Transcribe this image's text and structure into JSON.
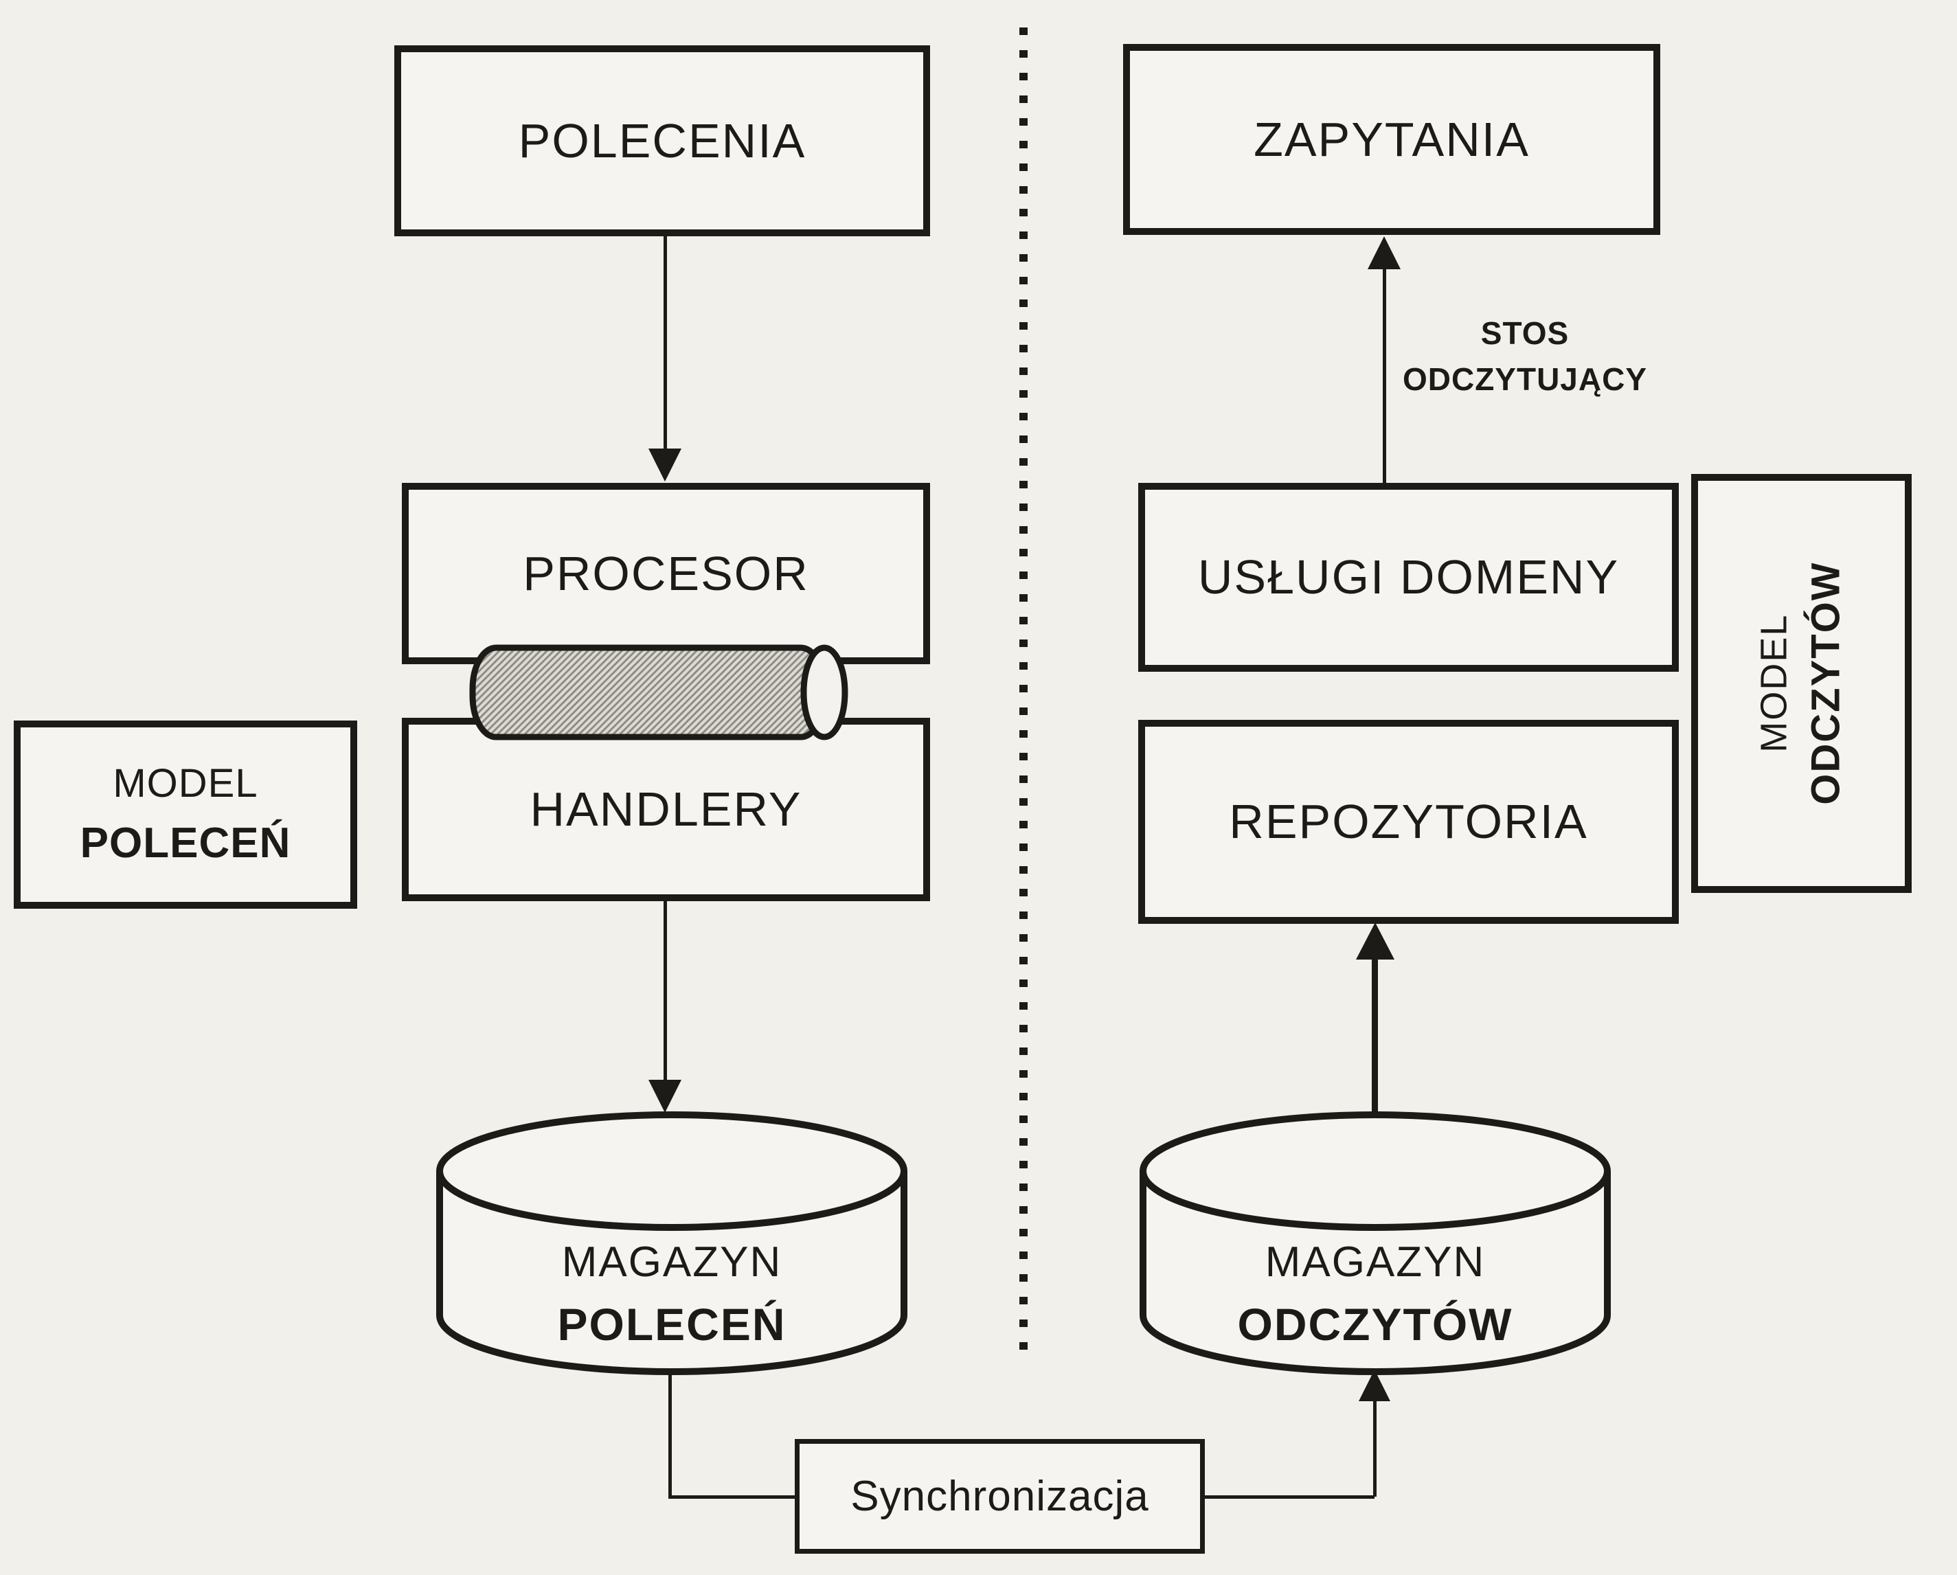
{
  "nodes": {
    "polecenia": {
      "label": "POLECENIA"
    },
    "procesor": {
      "label": "PROCESOR"
    },
    "handlery": {
      "label": "HANDLERY"
    },
    "model_polecen": {
      "line1": "MODEL",
      "line2": "POLECEŃ"
    },
    "magazyn_polecen": {
      "line1": "MAGAZYN",
      "line2": "POLECEŃ"
    },
    "zapytania": {
      "label": "ZAPYTANIA"
    },
    "stos_odczytujacy": {
      "line1": "STOS",
      "line2": "ODCZYTUJĄCY"
    },
    "uslugi_domeny": {
      "label": "USŁUGI DOMENY"
    },
    "repozytoria": {
      "label": "REPOZYTORIA"
    },
    "model_odczytow": {
      "line1": "MODEL",
      "line2": "ODCZYTÓW"
    },
    "magazyn_odczytow": {
      "line1": "MAGAZYN",
      "line2": "ODCZYTÓW"
    },
    "synchronizacja": {
      "label": "Synchronizacja"
    }
  },
  "colors": {
    "ink": "#1d1b18",
    "paper": "#f2f0eb",
    "box_fill": "#f6f4f0",
    "pipe_fill_light": "#dedbd4",
    "pipe_hatch": "#8f8c86"
  }
}
